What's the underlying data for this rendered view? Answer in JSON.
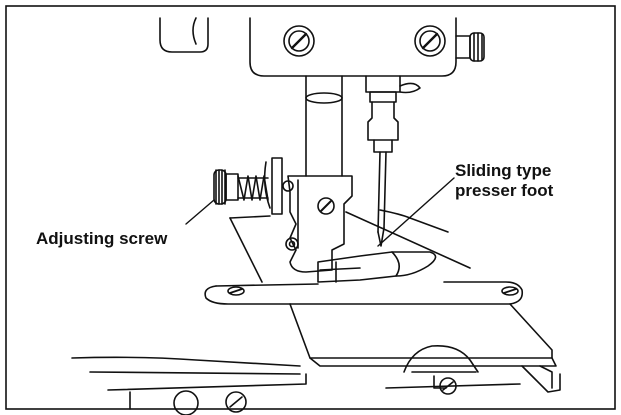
{
  "labels": {
    "adjusting_screw": "Adjusting screw",
    "presser_foot_line1": "Sliding type",
    "presser_foot_line2": "presser foot"
  },
  "colors": {
    "ink": "#111111",
    "paper": "#ffffff"
  }
}
